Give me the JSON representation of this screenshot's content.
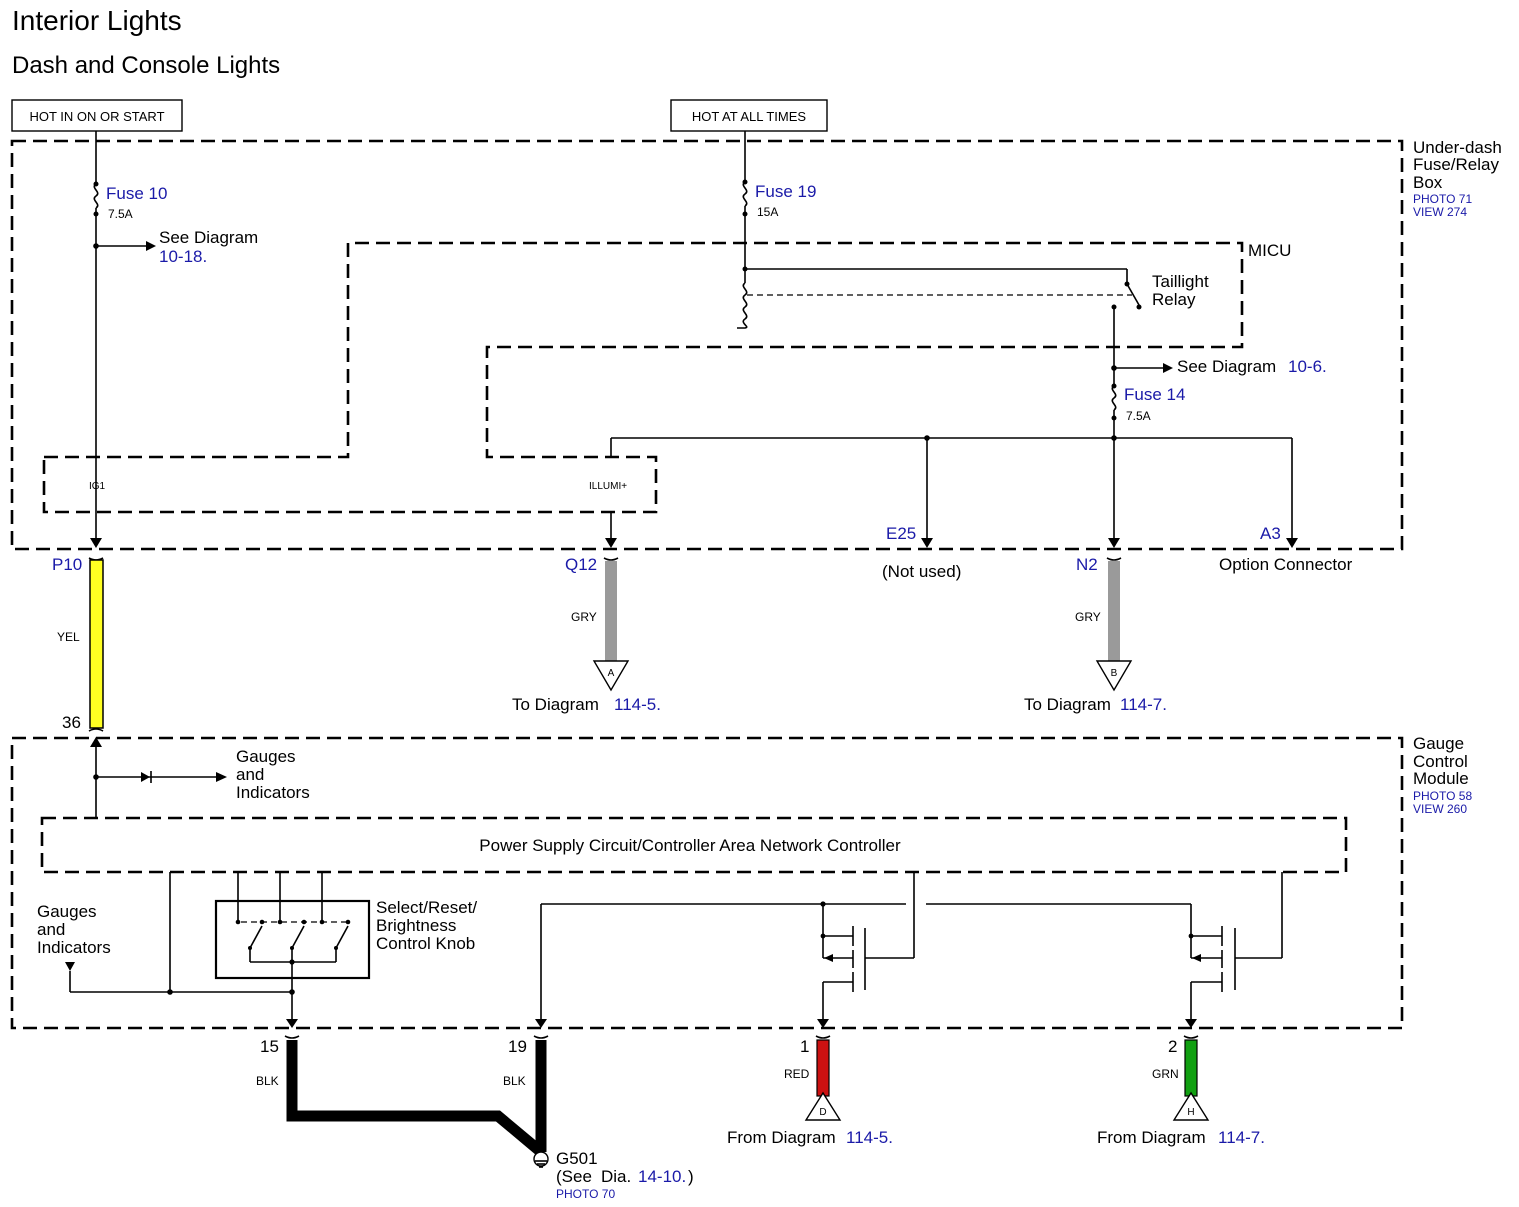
{
  "title": "Interior Lights",
  "subtitle": "Dash and Console Lights",
  "power_labels": {
    "hot_in_on": "HOT IN ON OR START",
    "hot_always": "HOT AT ALL TIMES"
  },
  "fuse_box": {
    "name_line1": "Under-dash",
    "name_line2": "Fuse/Relay",
    "name_line3": "Box",
    "photo": "PHOTO 71",
    "view": "VIEW 274",
    "micu": "MICU",
    "relay_line1": "Taillight",
    "relay_line2": "Relay",
    "ig1": "IG1",
    "illumi": "ILLUMI+"
  },
  "fuses": {
    "fuse10": {
      "name": "Fuse 10",
      "rating": "7.5A"
    },
    "fuse19": {
      "name": "Fuse 19",
      "rating": "15A"
    },
    "fuse14": {
      "name": "Fuse 14",
      "rating": "7.5A"
    }
  },
  "refs": {
    "see_diagram": "See Diagram",
    "d10_18": "10-18.",
    "see_diagram_2": "See Diagram",
    "d10_6": "10-6.",
    "to_diagram": "To Diagram",
    "d114_5": "114-5.",
    "to_diagram_2": "To Diagram",
    "d114_7": "114-7.",
    "from_diagram": "From Diagram",
    "from_d114_5": "114-5.",
    "from_diagram_2": "From Diagram",
    "from_d114_7": "114-7."
  },
  "pins": {
    "p10": "P10",
    "q12": "Q12",
    "e25": "E25",
    "not_used": "(Not used)",
    "n2": "N2",
    "a3": "A3",
    "option_connector": "Option Connector",
    "pin36": "36",
    "pin15": "15",
    "pin19": "19",
    "pin1": "1",
    "pin2": "2"
  },
  "wires": {
    "yel": {
      "label": "YEL",
      "color": "#ffff22"
    },
    "gry": {
      "label": "GRY",
      "color": "#9a9a9a"
    },
    "gry2": {
      "label": "GRY",
      "color": "#9a9a9a"
    },
    "blk15": {
      "label": "BLK",
      "color": "#000000"
    },
    "blk19": {
      "label": "BLK",
      "color": "#000000"
    },
    "red": {
      "label": "RED",
      "color": "#cc1111"
    },
    "grn": {
      "label": "GRN",
      "color": "#11a011"
    }
  },
  "connectors": {
    "a": "A",
    "b": "B",
    "d": "D",
    "h": "H"
  },
  "gauge_module": {
    "name_line1": "Gauge",
    "name_line2": "Control",
    "name_line3": "Module",
    "photo": "PHOTO 58",
    "view": "VIEW 260",
    "controller": "Power Supply Circuit/Controller Area Network Controller",
    "gi_top_line1": "Gauges",
    "gi_top_line2": "and",
    "gi_top_line3": "Indicators",
    "gi_left_line1": "Gauges",
    "gi_left_line2": "and",
    "gi_left_line3": "Indicators",
    "knob_line1": "Select/Reset/",
    "knob_line2": "Brightness",
    "knob_line3": "Control Knob"
  },
  "ground": {
    "name": "G501",
    "see_prefix": "(See",
    "dia": "Dia.",
    "ref": "14-10.",
    "close": ")",
    "photo": "PHOTO 70"
  },
  "colors": {
    "box_fill": "#d3e5f5",
    "ref_blue": "#1a1aa8"
  }
}
